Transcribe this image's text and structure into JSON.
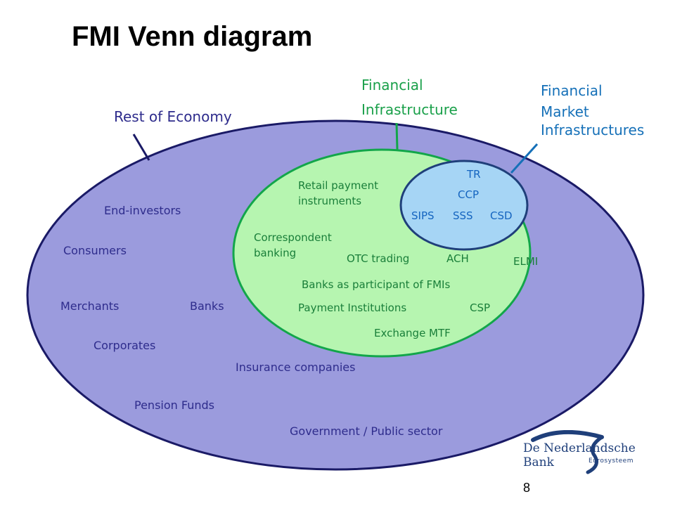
{
  "title": "FMI Venn diagram",
  "callouts": {
    "rest_of_economy": "Rest of Economy",
    "financial_infrastructure": [
      "Financial",
      "Infrastructure"
    ],
    "financial_market_infrastructures": [
      "Financial",
      "Market",
      "Infrastructures"
    ]
  },
  "rest_of_economy_items": {
    "end_investors": "End-investors",
    "consumers": "Consumers",
    "merchants": "Merchants",
    "banks": "Banks",
    "corporates": "Corporates",
    "insurance": "Insurance companies",
    "pension": "Pension Funds",
    "government": "Government / Public sector"
  },
  "financial_infrastructure_items": {
    "retail": [
      "Retail payment",
      "instruments"
    ],
    "correspondent": [
      "Correspondent",
      "banking"
    ],
    "otc": "OTC trading",
    "ach": "ACH",
    "elmi": "ELMI",
    "banks_participant": "Banks as participant of FMIs",
    "payment_institutions": "Payment Institutions",
    "csp": "CSP",
    "exchange": "Exchange MTF"
  },
  "fmi_items": {
    "tr": "TR",
    "ccp": "CCP",
    "sips": "SIPS",
    "sss": "SSS",
    "csd": "CSD"
  },
  "logo": {
    "name": "De Nederlandsche Bank",
    "subtitle": "Eurosysteem"
  },
  "page_number": "8",
  "colors": {
    "outer_fill": "#9b9bdd",
    "outer_stroke": "#1a1a66",
    "middle_fill": "#b6f5b0",
    "middle_stroke": "#12a64a",
    "inner_fill": "#a6d5f5",
    "inner_stroke": "#1f3f7a"
  }
}
